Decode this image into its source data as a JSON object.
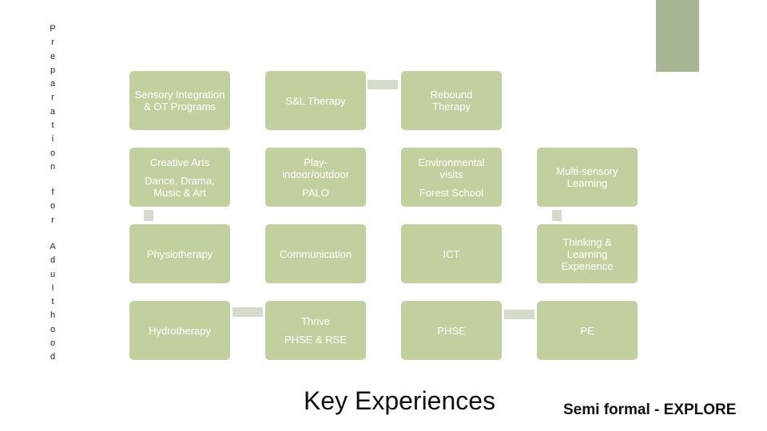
{
  "side_label": {
    "line1": [
      "P",
      "r",
      "e",
      "p",
      "a",
      "r",
      "a",
      "t",
      "i",
      "o",
      "n"
    ],
    "line2": [
      "f",
      "o",
      "r"
    ],
    "line3": [
      "A",
      "d",
      "u",
      "l",
      "t",
      "h",
      "o",
      "o",
      "d"
    ]
  },
  "boxes": {
    "r1c1": {
      "lines": [
        "Sensory Integration & OT Programs"
      ]
    },
    "r1c2": {
      "lines": [
        "S&L Therapy"
      ]
    },
    "r1c3": {
      "lines": [
        "Rebound Therapy"
      ]
    },
    "r2c1": {
      "top": "Creative Arts",
      "bottom": "Dance, Drama, Music & Art"
    },
    "r2c2": {
      "top": "Play- indoor/outdoor",
      "bottom": "PALO"
    },
    "r2c3": {
      "top": "Environmental visits",
      "bottom": "Forest School"
    },
    "r2c4": {
      "lines": [
        "Multi-sensory Learning"
      ]
    },
    "r3c1": {
      "lines": [
        "Physiotherapy"
      ]
    },
    "r3c2": {
      "lines": [
        "Communication"
      ]
    },
    "r3c3": {
      "lines": [
        "ICT"
      ]
    },
    "r3c4": {
      "lines": [
        "Thinking & Learning Experience"
      ]
    },
    "r4c1": {
      "lines": [
        "Hydrotherapy"
      ]
    },
    "r4c2": {
      "top": "Thrive",
      "bottom": "PHSE & RSE"
    },
    "r4c3": {
      "lines": [
        "PHSE"
      ]
    },
    "r4c4": {
      "lines": [
        "PE"
      ]
    }
  },
  "titles": {
    "main": "Key Experiences",
    "sub": "Semi formal - EXPLORE"
  },
  "colors": {
    "box_fill": "#c2d09f",
    "connector": "#d5dccd",
    "corner_block": "#a6b593",
    "box_text": "#ffffff"
  }
}
